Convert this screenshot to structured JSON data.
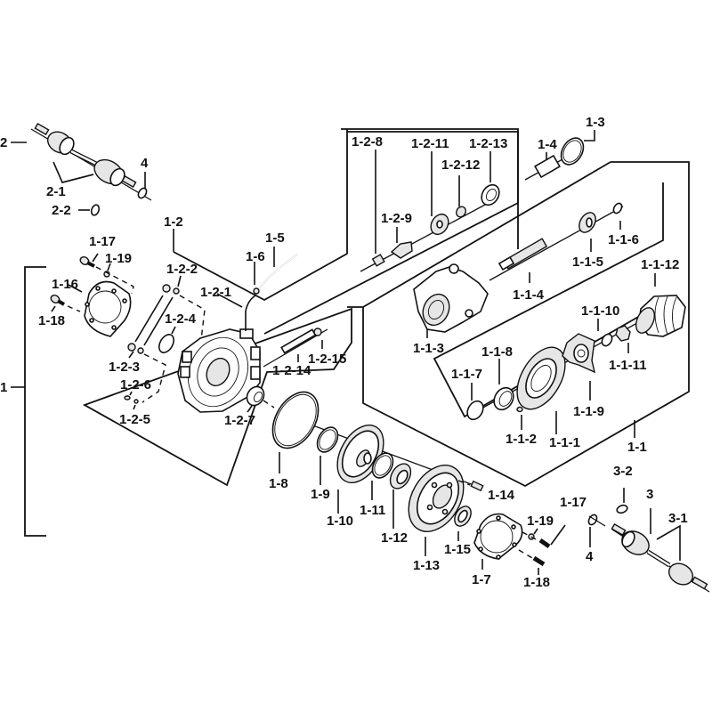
{
  "diagram": {
    "title": "Differential / Drive Axle Assembly – Exploded Parts View",
    "callouts": {
      "c_2": "2",
      "c_2_1": "2-1",
      "c_2_2": "2-2",
      "c_4_top": "4",
      "c_1": "1",
      "c_1_2": "1-2",
      "c_1_17_left": "1-17",
      "c_1_19_left": "1-19",
      "c_1_16": "1-16",
      "c_1_18_left": "1-18",
      "c_1_2_2": "1-2-2",
      "c_1_2_4": "1-2-4",
      "c_1_2_3": "1-2-3",
      "c_1_2_6": "1-2-6",
      "c_1_2_5": "1-2-5",
      "c_1_2_1": "1-2-1",
      "c_1_6": "1-6",
      "c_1_5": "1-5",
      "c_1_2_14": "1-2-14",
      "c_1_2_15": "1-2-15",
      "c_1_2_7": "1-2-7",
      "c_1_2_8": "1-2-8",
      "c_1_2_9": "1-2-9",
      "c_1_2_11": "1-2-11",
      "c_1_2_12": "1-2-12",
      "c_1_2_13": "1-2-13",
      "c_1_3": "1-3",
      "c_1_4": "1-4",
      "c_1_1_5": "1-1-5",
      "c_1_1_6": "1-1-6",
      "c_1_1_12": "1-1-12",
      "c_1_1_3": "1-1-3",
      "c_1_1_4": "1-1-4",
      "c_1_1_10": "1-1-10",
      "c_1_1_11": "1-1-11",
      "c_1_1_7": "1-1-7",
      "c_1_1_8": "1-1-8",
      "c_1_1_9": "1-1-9",
      "c_1_1_2": "1-1-2",
      "c_1_1_1": "1-1-1",
      "c_1_1": "1-1",
      "c_1_8": "1-8",
      "c_1_9": "1-9",
      "c_1_10": "1-10",
      "c_1_11": "1-11",
      "c_1_12": "1-12",
      "c_1_13": "1-13",
      "c_1_14": "1-14",
      "c_1_15": "1-15",
      "c_1_7": "1-7",
      "c_1_17_right": "1-17",
      "c_1_19_right": "1-19",
      "c_1_18_right": "1-18",
      "c_3_2": "3-2",
      "c_3": "3",
      "c_3_1": "3-1",
      "c_4_bottom": "4"
    }
  }
}
